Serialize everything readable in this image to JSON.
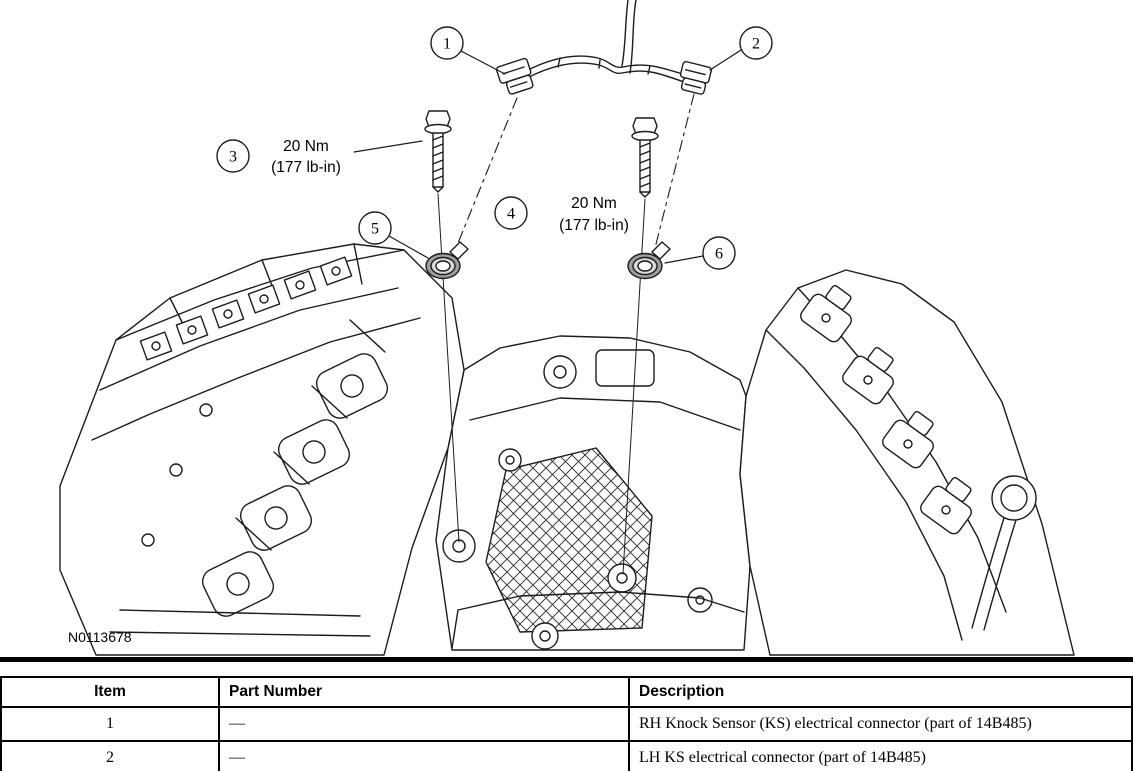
{
  "diagram": {
    "figure_id": "N0113678",
    "callouts": [
      {
        "number": "1"
      },
      {
        "number": "2"
      },
      {
        "number": "3"
      },
      {
        "number": "4"
      },
      {
        "number": "5"
      },
      {
        "number": "6"
      }
    ],
    "torque_labels": [
      {
        "line1": "20 Nm",
        "line2": "(177 lb-in)"
      },
      {
        "line1": "20 Nm",
        "line2": "(177 lb-in)"
      }
    ]
  },
  "table": {
    "headers": [
      "Item",
      "Part Number",
      "Description"
    ],
    "rows": [
      [
        "1",
        "—",
        "RH Knock Sensor (KS) electrical connector (part of 14B485)"
      ],
      [
        "2",
        "—",
        "LH KS electrical connector (part of 14B485)"
      ]
    ]
  }
}
